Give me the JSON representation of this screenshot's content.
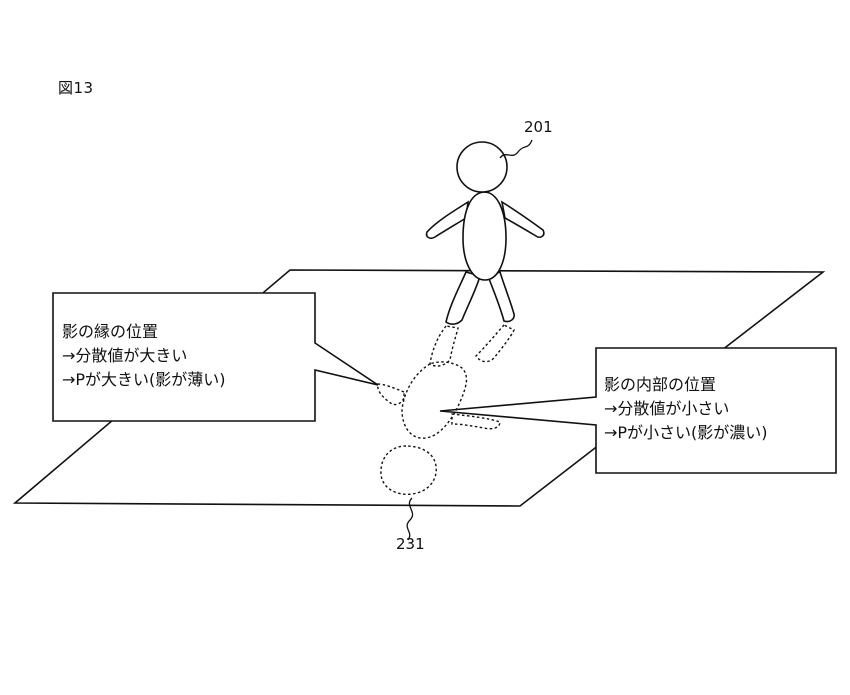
{
  "figure_label": "図13",
  "references": {
    "person": "201",
    "shadow": "231"
  },
  "callout_edge": {
    "line1": "影の縁の位置",
    "line2": "→分散値が大きい",
    "line3": "→Pが大きい(影が薄い)"
  },
  "callout_inner": {
    "line1": "影の内部の位置",
    "line2": "→分散値が小さい",
    "line3": "→Pが小さい(影が濃い)"
  },
  "colors": {
    "line": "#111111",
    "background": "#ffffff"
  }
}
